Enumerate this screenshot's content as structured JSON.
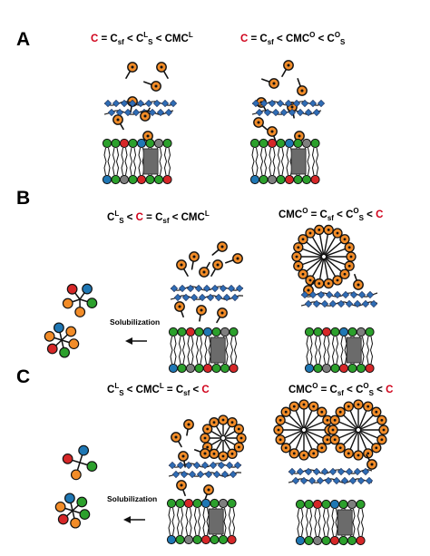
{
  "colors": {
    "red_variable": "#d0021b",
    "surfactant_head": "#f28c28",
    "lipid_green": "#2ca02c",
    "lipid_red": "#d62728",
    "lipid_blue": "#1f77b4",
    "lipid_gray": "#7f7f7f",
    "polymer_blue": "#2f6db5"
  },
  "panels": [
    {
      "letter": "A",
      "left_condition": [
        {
          "t": "C",
          "red": true
        },
        {
          "t": " = C"
        },
        {
          "t": "sf",
          "sub": true
        },
        {
          "t": " < C"
        },
        {
          "t": "L",
          "sup": true
        },
        {
          "t": "S",
          "sub": true
        },
        {
          "t": " < CMC"
        },
        {
          "t": "L",
          "sup": true
        }
      ],
      "right_condition": [
        {
          "t": "C",
          "red": true
        },
        {
          "t": " = C"
        },
        {
          "t": "sf",
          "sub": true
        },
        {
          "t": " < CMC"
        },
        {
          "t": "O",
          "sup": true
        },
        {
          "t": " < C"
        },
        {
          "t": "O",
          "sup": true
        },
        {
          "t": "S",
          "sub": true
        }
      ]
    },
    {
      "letter": "B",
      "left_condition": [
        {
          "t": "C"
        },
        {
          "t": "L",
          "sup": true
        },
        {
          "t": "S",
          "sub": true
        },
        {
          "t": " < "
        },
        {
          "t": "C",
          "red": true
        },
        {
          "t": " = C"
        },
        {
          "t": "sf",
          "sub": true
        },
        {
          "t": " < CMC"
        },
        {
          "t": "L",
          "sup": true
        }
      ],
      "right_condition": [
        {
          "t": "CMC"
        },
        {
          "t": "O",
          "sup": true
        },
        {
          "t": " = C"
        },
        {
          "t": "sf",
          "sub": true
        },
        {
          "t": " < C"
        },
        {
          "t": "O",
          "sup": true
        },
        {
          "t": "S",
          "sub": true
        },
        {
          "t": " < "
        },
        {
          "t": "C",
          "red": true
        }
      ],
      "arrow_label": "Solubilization"
    },
    {
      "letter": "C",
      "left_condition": [
        {
          "t": "C"
        },
        {
          "t": "L",
          "sup": true
        },
        {
          "t": "S",
          "sub": true
        },
        {
          "t": " < CMC"
        },
        {
          "t": "L",
          "sup": true
        },
        {
          "t": " = C"
        },
        {
          "t": "sf",
          "sub": true
        },
        {
          "t": " < "
        },
        {
          "t": "C",
          "red": true
        }
      ],
      "right_condition": [
        {
          "t": "CMC"
        },
        {
          "t": "O",
          "sup": true
        },
        {
          "t": " = C"
        },
        {
          "t": "sf",
          "sub": true
        },
        {
          "t": " < C"
        },
        {
          "t": "O",
          "sup": true
        },
        {
          "t": "S",
          "sub": true
        },
        {
          "t": " < "
        },
        {
          "t": "C",
          "red": true
        }
      ],
      "arrow_label": "Solubilization"
    }
  ]
}
